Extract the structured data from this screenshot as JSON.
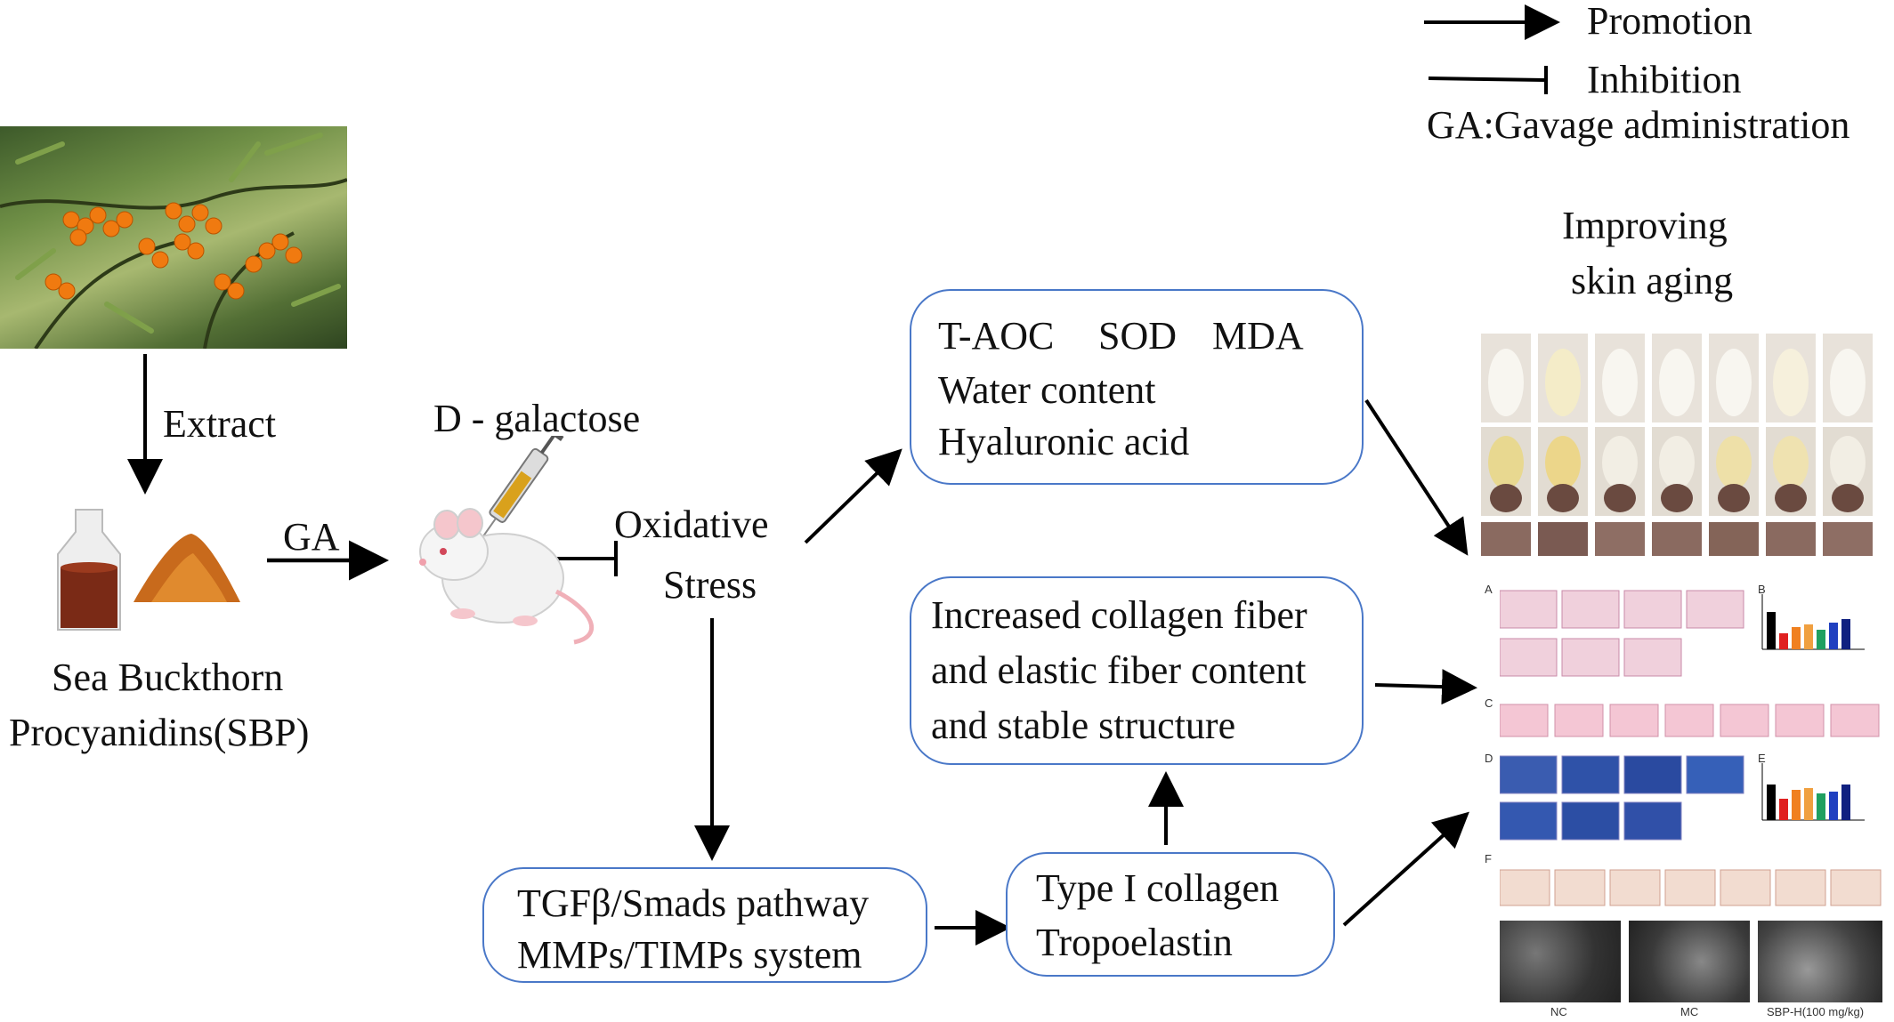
{
  "legend": {
    "promotion": "Promotion",
    "inhibition": "Inhibition",
    "ga_def": "GA:Gavage administration"
  },
  "steps": {
    "extract": "Extract",
    "ga": "GA",
    "dgal": "D - galactose",
    "ox1": "Oxidative",
    "ox2": "Stress",
    "sbp1": "Sea Buckthorn",
    "sbp2": "Procyanidins(SBP)"
  },
  "box_markers": {
    "taoc": "T-AOC",
    "sod": "SOD",
    "mda": "MDA",
    "water": "Water content",
    "ha": "Hyaluronic acid"
  },
  "box_collagen": {
    "line1": "Increased collagen fiber",
    "line2": "and elastic fiber content",
    "line3": "and stable structure"
  },
  "box_pathway": {
    "line1": "TGFβ/Smads pathway",
    "line2": "MMPs/TIMPs system"
  },
  "box_type1": {
    "line1": "Type I collagen",
    "line2": "Tropoelastin"
  },
  "outcome": {
    "line1": "Improving",
    "line2": "skin aging"
  },
  "result_panels": {
    "A": "A",
    "B": "B",
    "C": "C",
    "D": "D",
    "E": "E",
    "F": "F",
    "sem_labels": [
      "NC",
      "MC",
      "SBP-H(100 mg/kg)"
    ]
  },
  "colors": {
    "arrow": "#000000",
    "red": "#e00000",
    "box_border": "#4a78c8"
  }
}
